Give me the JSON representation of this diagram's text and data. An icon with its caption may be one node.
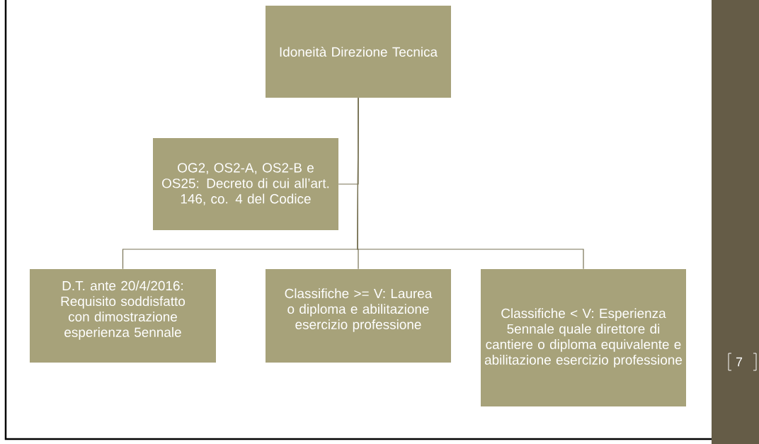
{
  "diagram": {
    "nodes": [
      {
        "text": [
          "Idoneità Direzione Tecnica"
        ]
      },
      {
        "text": [
          "OG2, OS2-A, OS2-B e OS25: Decreto di cui all’art. 146, co. 4 del Codice"
        ]
      },
      {
        "text": [
          "D.T. ante 20/4/2016: Requisito soddisfatto con dimostrazione esperienza 5ennale"
        ]
      },
      {
        "text": [
          "Classifiche >= V: Laurea o diploma e abilitazione esercizio professione"
        ]
      },
      {
        "text": [
          "Classifiche < V: Esperienza 5ennale quale direttore di cantiere o diploma equivalente e abilitazione esercizio professione"
        ]
      }
    ],
    "edges": [
      {
        "from": 0,
        "to": 1,
        "arrow": "none"
      },
      {
        "from": 0,
        "to": 2,
        "arrow": "none"
      },
      {
        "from": 0,
        "to": 3,
        "arrow": "none"
      },
      {
        "from": 0,
        "to": 4,
        "arrow": "none"
      }
    ],
    "labels": [
      "7"
    ]
  }
}
